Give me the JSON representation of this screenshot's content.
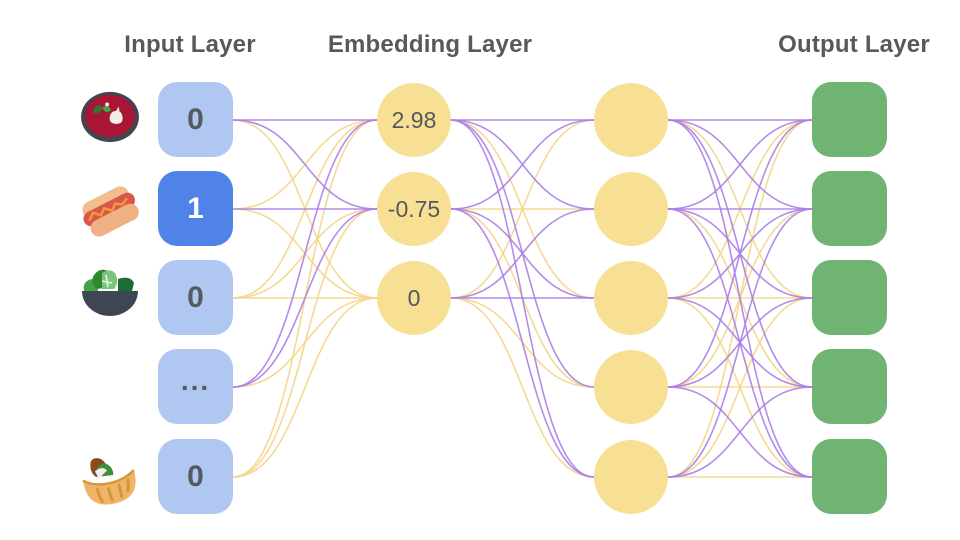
{
  "diagram": {
    "titles": {
      "input": "Input Layer",
      "embedding": "Embedding Layer",
      "output": "Output Layer"
    },
    "input_nodes": [
      {
        "label": "0",
        "active": false,
        "icon": "borscht-icon"
      },
      {
        "label": "1",
        "active": true,
        "icon": "hotdog-icon"
      },
      {
        "label": "0",
        "active": false,
        "icon": "salad-icon"
      },
      {
        "label": "...",
        "active": false,
        "icon": null
      },
      {
        "label": "0",
        "active": false,
        "icon": "pita-icon"
      }
    ],
    "embedding_nodes": [
      {
        "label": "2.98"
      },
      {
        "label": "-0.75"
      },
      {
        "label": "0"
      }
    ],
    "hidden_node_count": 5,
    "output_node_count": 5,
    "colors": {
      "inactive_input": "#afc7f1",
      "active_input": "#5083e8",
      "embedding_fill": "#f7e094",
      "hidden_fill": "#f7e094",
      "output_fill": "#70b474",
      "purple_edge": "#aa7fe7",
      "yellow_edge": "#f5d488",
      "title_text": "#58595b",
      "node_text": "#565b60",
      "active_node_text": "#ffffff"
    },
    "edges": {
      "input_to_embedding": [
        [
          "P",
          "P",
          "Y"
        ],
        [
          "Y",
          "P",
          "Y"
        ],
        [
          "Y",
          "Y",
          "Y"
        ],
        [
          "P",
          "P",
          "Y"
        ],
        [
          "Y",
          "Y",
          "Y"
        ]
      ],
      "embedding_to_hidden": [
        [
          "P",
          "P",
          "Y",
          "P",
          "P"
        ],
        [
          "P",
          "Y",
          "P",
          "Y",
          "P"
        ],
        [
          "Y",
          "P",
          "P",
          "Y",
          "Y"
        ]
      ],
      "hidden_to_output": [
        [
          "P",
          "P",
          "Y",
          "P",
          "P"
        ],
        [
          "P",
          "P",
          "P",
          "Y",
          "P"
        ],
        [
          "Y",
          "P",
          "Y",
          "P",
          "Y"
        ],
        [
          "P",
          "Y",
          "P",
          "Y",
          "P"
        ],
        [
          "Y",
          "P",
          "Y",
          "P",
          "Y"
        ]
      ]
    }
  }
}
